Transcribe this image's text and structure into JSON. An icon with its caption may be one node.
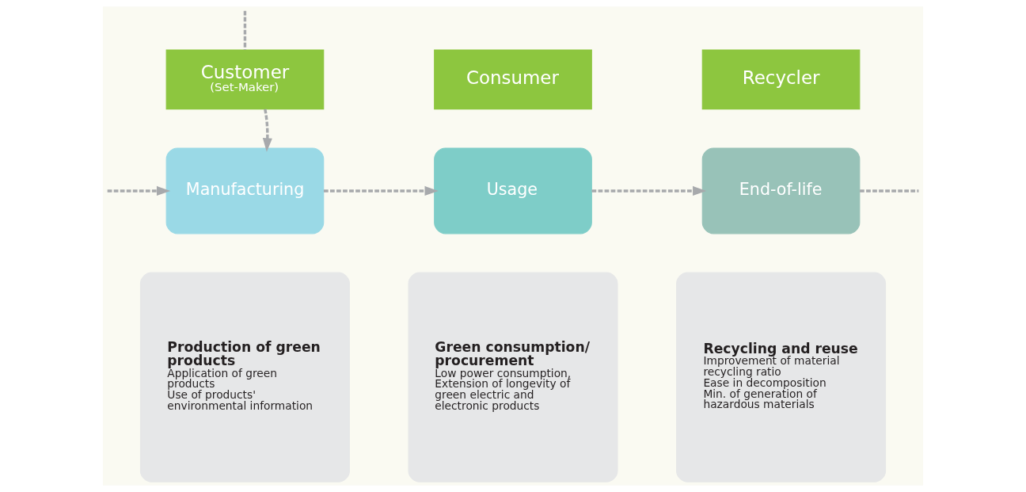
{
  "diagram": {
    "nodes": [
      {
        "text": [
          "Customer",
          "(Set-Maker)"
        ]
      },
      {
        "text": [
          "Consumer"
        ]
      },
      {
        "text": [
          "Recycler"
        ]
      },
      {
        "text": [
          "Manufacturing"
        ]
      },
      {
        "text": [
          "Usage"
        ]
      },
      {
        "text": [
          "End-of-life"
        ]
      },
      {
        "text": [
          "Production of green products",
          "Application of green products",
          "Use of products' environmental information"
        ]
      },
      {
        "text": [
          "Green consumption/ procurement",
          "Low power consumption, Extension of longevity of green electric and electronic products"
        ]
      },
      {
        "text": [
          "Recycling and reuse",
          "Improvement of material recycling ratio",
          "Ease in decomposition",
          "Min. of generation of hazardous materials"
        ]
      }
    ],
    "edges": [
      {
        "from": null,
        "to": 0,
        "arrow": "none",
        "style": "dashed"
      },
      {
        "from": 0,
        "to": 3,
        "arrow": "to",
        "style": "dashed"
      },
      {
        "from": null,
        "to": 3,
        "arrow": "to",
        "style": "dashed"
      },
      {
        "from": 3,
        "to": 4,
        "arrow": "to",
        "style": "dashed"
      },
      {
        "from": 4,
        "to": 5,
        "arrow": "to",
        "style": "dashed"
      },
      {
        "from": 5,
        "to": null,
        "arrow": "none",
        "style": "dashed"
      }
    ]
  }
}
